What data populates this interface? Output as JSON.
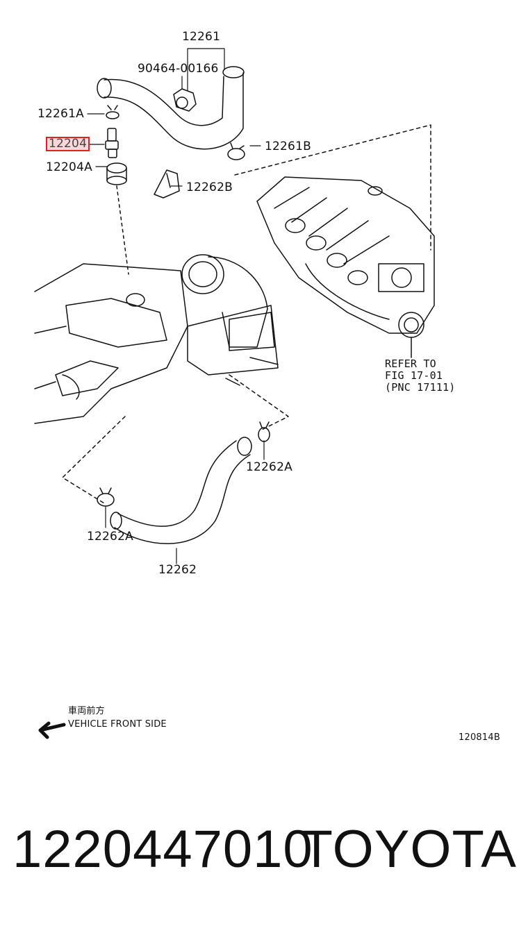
{
  "labels": {
    "hose_upper": "12261",
    "clamp_upper": "90464-00166",
    "clip_a": "12261A",
    "pcv_valve": "12204",
    "grommet": "12204A",
    "clip_b": "12261B",
    "clamp_b": "12262B",
    "clip_right": "12262A",
    "clip_left": "12262A",
    "hose_lower": "12262"
  },
  "reference": {
    "line1": "REFER TO",
    "line2": "FIG 17-01",
    "line3": "(PNC 17111)"
  },
  "direction": {
    "japanese": "車両前方",
    "english": "VEHICLE FRONT SIDE"
  },
  "diagram_code": "120814B",
  "footer": {
    "part_number": "1220447010",
    "brand": "TOYOTA"
  },
  "highlight_color": "#d8232a"
}
